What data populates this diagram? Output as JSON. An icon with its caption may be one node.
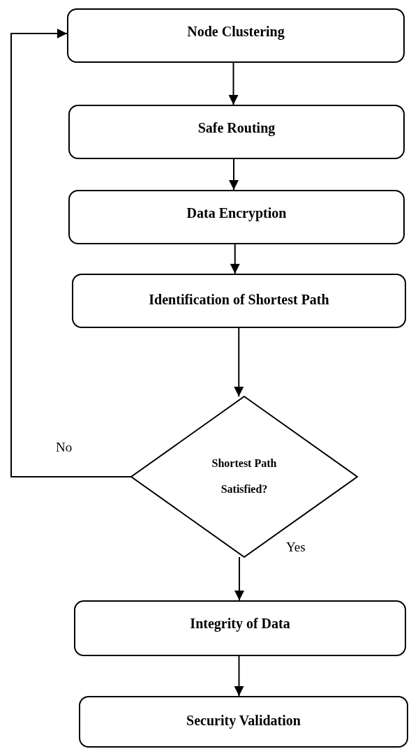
{
  "diagram": {
    "nodes": [
      {
        "text": [
          "Node Clustering"
        ]
      },
      {
        "text": [
          "Safe Routing"
        ]
      },
      {
        "text": [
          "Data Encryption"
        ]
      },
      {
        "text": [
          "Identification of Shortest Path"
        ]
      },
      {
        "text": [
          "Shortest Path Satisfied?"
        ]
      },
      {
        "text": [
          "Integrity of Data"
        ]
      },
      {
        "text": [
          "Security Validation"
        ]
      }
    ],
    "edges": [
      {
        "from": 0,
        "to": 1,
        "arrow": "to"
      },
      {
        "from": 1,
        "to": 2,
        "arrow": "to"
      },
      {
        "from": 2,
        "to": 3,
        "arrow": "to"
      },
      {
        "from": 3,
        "to": 4,
        "arrow": "to"
      },
      {
        "from": 4,
        "to": 0,
        "arrow": "to",
        "label": "No"
      },
      {
        "from": 4,
        "to": 5,
        "arrow": "to",
        "label": "Yes"
      },
      {
        "from": 5,
        "to": 6,
        "arrow": "to"
      }
    ]
  }
}
